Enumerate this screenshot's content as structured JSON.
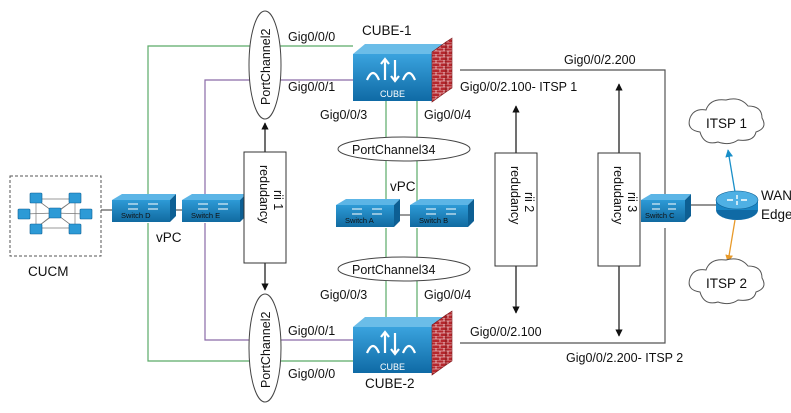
{
  "nodes": {
    "cucm": "CUCM",
    "switch_d": "Switch D",
    "switch_e": "Switch E",
    "switch_a": "Switch A",
    "switch_b": "Switch B",
    "switch_c": "Switch C",
    "cube1_title": "CUBE-1",
    "cube2_title": "CUBE-2",
    "cube1_inner": "CUBE",
    "cube2_inner": "CUBE",
    "wan_edge_line1": "WAN",
    "wan_edge_line2": "Edge",
    "itsp1": "ITSP 1",
    "itsp2": "ITSP 2"
  },
  "labels": {
    "vpc_left": "vPC",
    "vpc_center": "vPC",
    "portchannel2_top": "PortChannel2",
    "portchannel2_bottom": "PortChannel2",
    "portchannel34_top": "PortChannel34",
    "portchannel34_bottom": "PortChannel34",
    "redundancy_1": "redudancy",
    "rii_1": "rii 1",
    "redundancy_2": "redudancy",
    "rii_2": "rii 2",
    "redundancy_3": "redudancy",
    "rii_3": "rii 3"
  },
  "interfaces": {
    "c1_gig000": "Gig0/0/0",
    "c1_gig001": "Gig0/0/1",
    "c1_gig003": "Gig0/0/3",
    "c1_gig004": "Gig0/0/4",
    "c1_gig002_100": "Gig0/0/2.100- ITSP 1",
    "c1_gig002_200": "Gig0/0/2.200",
    "c2_gig003": "Gig0/0/3",
    "c2_gig004": "Gig0/0/4",
    "c2_gig001": "Gig0/0/1",
    "c2_gig000": "Gig0/0/0",
    "c2_gig002_100": "Gig0/0/2.100",
    "c2_gig002_200": "Gig0/0/2.200- ITSP 2"
  },
  "colors": {
    "switch": "#1a86c5",
    "cube": "#1a86c5",
    "firewall": "#b5272d",
    "green_link": "#5aaa68",
    "purple_link": "#8a6aa8",
    "dark_link": "#555555",
    "itsp1_link": "#1a8fc8",
    "itsp2_link": "#e89a2a"
  }
}
